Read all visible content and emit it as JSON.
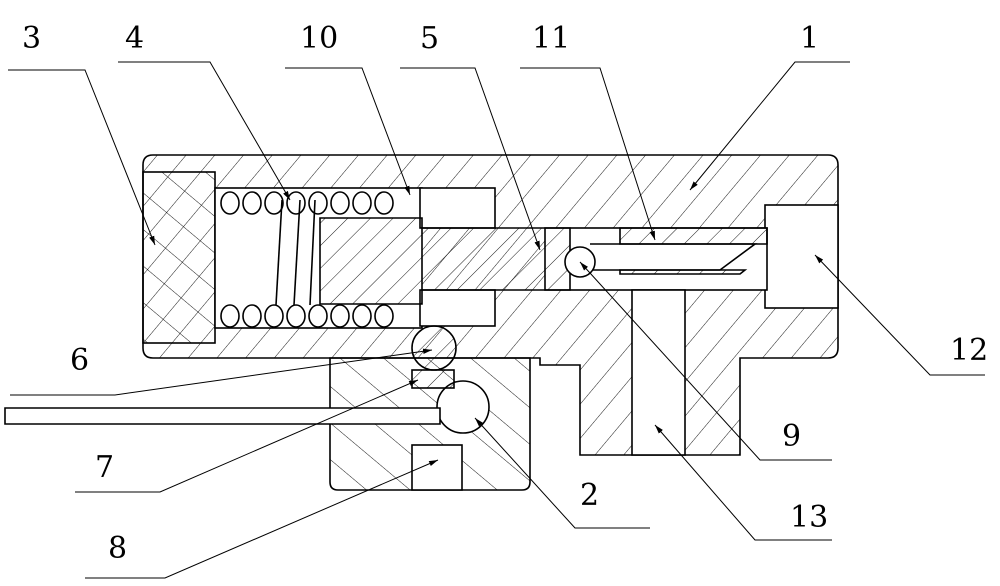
{
  "figure": {
    "labels": [
      {
        "id": "3",
        "text": "3"
      },
      {
        "id": "4",
        "text": "4"
      },
      {
        "id": "10",
        "text": "10"
      },
      {
        "id": "5",
        "text": "5"
      },
      {
        "id": "11",
        "text": "11"
      },
      {
        "id": "1",
        "text": "1"
      },
      {
        "id": "12",
        "text": "12"
      },
      {
        "id": "6",
        "text": "6"
      },
      {
        "id": "7",
        "text": "7"
      },
      {
        "id": "8",
        "text": "8"
      },
      {
        "id": "2",
        "text": "2"
      },
      {
        "id": "9",
        "text": "9"
      },
      {
        "id": "13",
        "text": "13"
      }
    ]
  }
}
